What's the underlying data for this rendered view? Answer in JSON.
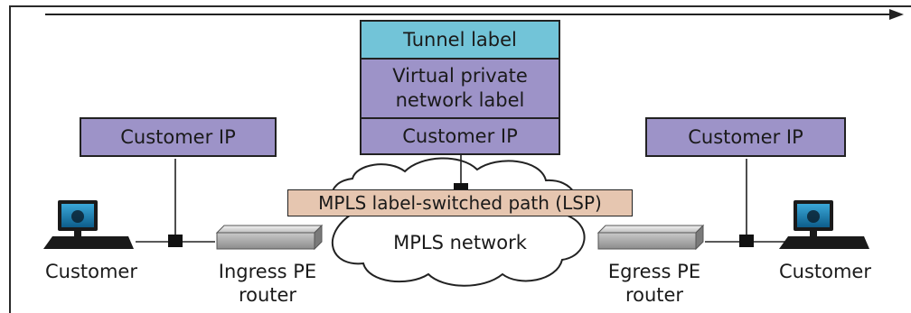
{
  "stack": {
    "tunnel_label": "Tunnel label",
    "vpn_label": "Virtual private\nnetwork label",
    "customer_ip": "Customer IP"
  },
  "left_packet": {
    "customer_ip": "Customer IP"
  },
  "right_packet": {
    "customer_ip": "Customer IP"
  },
  "lsp_label": "MPLS label-switched path (LSP)",
  "network_label": "MPLS network",
  "left_customer": "Customer",
  "right_customer": "Customer",
  "ingress_router": "Ingress PE\nrouter",
  "egress_router": "Egress PE\nrouter",
  "colors": {
    "label_purple": "#9d93c8",
    "label_teal": "#72c4d8",
    "lsp_tan": "#e6c6b0"
  }
}
